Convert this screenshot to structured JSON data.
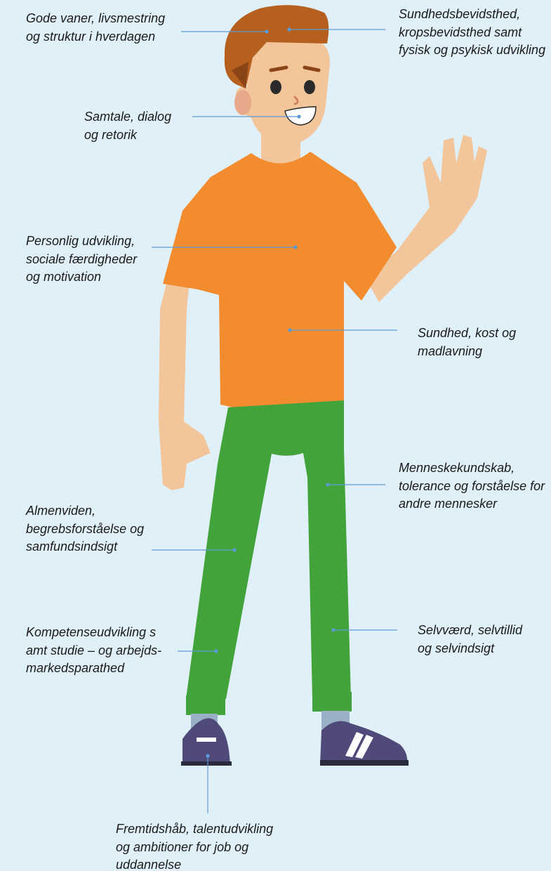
{
  "labels": {
    "habits": [
      "Gode vaner, livsmestring",
      "og struktur i hverdagen"
    ],
    "health_awareness": [
      "Sundhedsbevidsthed,",
      "kropsbevidsthed samt",
      "fysisk og psykisk udvikling"
    ],
    "dialogue": [
      "Samtale, dialog",
      "og retorik"
    ],
    "personal": [
      "Personlig udvikling,",
      "sociale færdigheder",
      "og motivation"
    ],
    "health_food": [
      "Sundhed, kost og",
      "madlavning"
    ],
    "tolerance": [
      "Menneskekundskab,",
      "tolerance og forståelse for",
      "andre mennesker"
    ],
    "general_knowledge": [
      "Almenviden,",
      "begrebsforståelse og",
      "samfundsindsigt"
    ],
    "competence": [
      "Kompetenseudvikling s",
      "amt studie – og arbejds-",
      "markedsparathed"
    ],
    "selfworth": [
      "Selvværd, selvtillid",
      "og selvindsigt"
    ],
    "future": [
      "Fremtidshåb, talentudvikling",
      "og ambitioner for job og",
      "uddannelse"
    ]
  },
  "colors": {
    "background": "#e0f0f9",
    "skin": "#f2c59b",
    "hair": "#b5601f",
    "shirt": "#f28c2e",
    "pants": "#42a33a",
    "shoe": "#4f4a7a",
    "sock": "#9ab0c4",
    "leader": "#5b9bd5"
  },
  "icons": [
    "boy-illustration"
  ]
}
